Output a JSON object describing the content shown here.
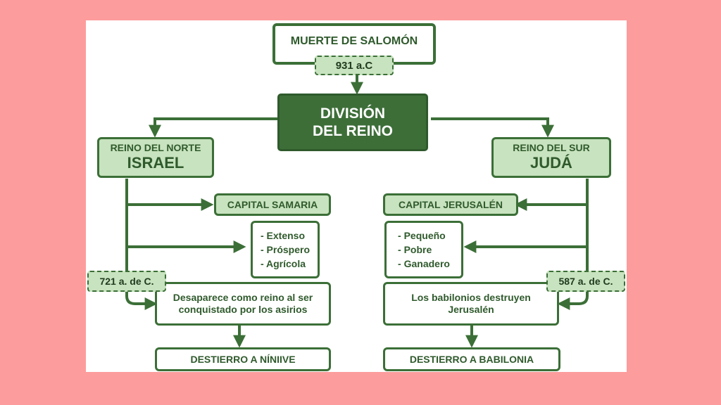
{
  "top": {
    "title": "MUERTE DE SALOMÓN",
    "date": "931 a.C"
  },
  "center": {
    "line1": "DIVISIÓN",
    "line2": "DEL REINO"
  },
  "north": {
    "label": "REINO DEL NORTE",
    "name": "ISRAEL",
    "capital": "CAPITAL SAMARIA",
    "traits": [
      "- Extenso",
      "- Próspero",
      "- Agrícola"
    ],
    "date": "721 a. de C.",
    "event_line1": "Desaparece como reino al ser",
    "event_line2": "conquistado por los asirios",
    "exile": "DESTIERRO A NÍNIIVE"
  },
  "south": {
    "label": "REINO DEL SUR",
    "name": "JUDÁ",
    "capital": "CAPITAL JERUSALÉN",
    "traits": [
      "- Pequeño",
      "- Pobre",
      "- Ganadero"
    ],
    "date": "587 a. de C.",
    "event_line1": "Los babilonios destruyen",
    "event_line2": "Jerusalén",
    "exile": "DESTIERRO A BABILONIA"
  },
  "colors": {
    "background": "#fd9c9c",
    "dark_green": "#3d6e38",
    "light_green": "#c8e3bf",
    "text_green": "#2f5a2c"
  }
}
